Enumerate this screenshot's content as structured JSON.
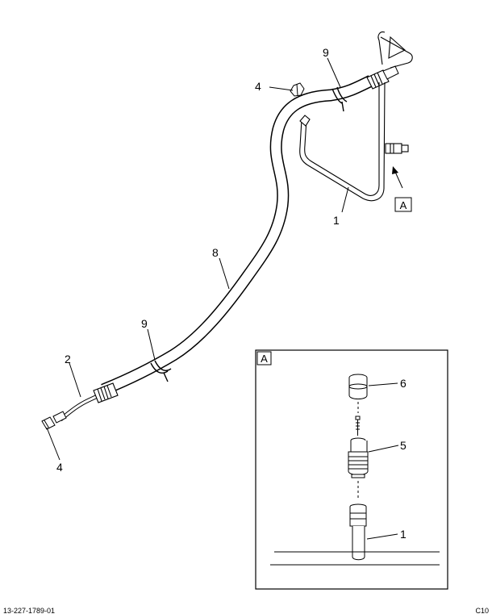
{
  "callouts": {
    "c1_main": "1",
    "c2": "2",
    "c4_top": "4",
    "c4_bottom": "4",
    "c8": "8",
    "c9_top": "9",
    "c9_bottom": "9",
    "view_ref": "A"
  },
  "detail": {
    "label": "A",
    "c6": "6",
    "c5": "5",
    "c1": "1"
  },
  "footer": {
    "left_code": "13-227-1789-01",
    "right_code": "C10"
  }
}
